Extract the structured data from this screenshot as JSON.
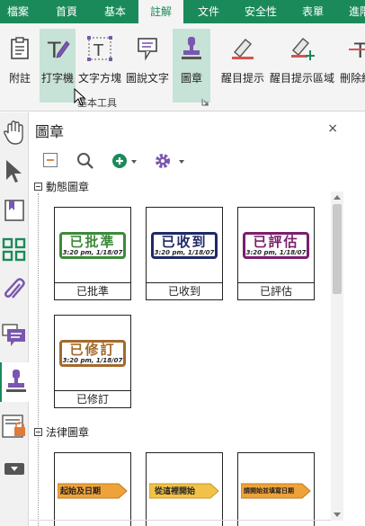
{
  "menu_tabs": [
    "檔案",
    "首頁",
    "基本",
    "註解",
    "文件",
    "安全性",
    "表單",
    "進階"
  ],
  "active_tab": "註解",
  "ribbon": {
    "buttons": [
      {
        "label": "附註",
        "icon": "note-icon"
      },
      {
        "label": "打字機",
        "icon": "typewriter-icon"
      },
      {
        "label": "文字方塊",
        "icon": "textbox-icon"
      },
      {
        "label": "圖說文字",
        "icon": "callout-icon"
      },
      {
        "label": "圖章",
        "icon": "stamp-icon"
      },
      {
        "label": "醒目提示",
        "icon": "highlight-icon"
      },
      {
        "label": "醒目提示區域",
        "icon": "highlight-area-icon"
      },
      {
        "label": "刪除線",
        "icon": "strikethrough-icon"
      }
    ],
    "group_label": "基本工具"
  },
  "panel": {
    "title": "圖章",
    "close": "×",
    "sections": [
      {
        "title": "動態圖章",
        "stamps": [
          {
            "text": "已批準",
            "date": "3:20 pm, 1/18/07",
            "caption": "已批準",
            "color": "#3d8a3a"
          },
          {
            "text": "已收到",
            "date": "3:20 pm, 1/18/07",
            "caption": "已收到",
            "color": "#1f2a66"
          },
          {
            "text": "已評估",
            "date": "3:20 pm, 1/18/07",
            "caption": "已評估",
            "color": "#7a1f6e"
          },
          {
            "text": "已修訂",
            "date": "3:20 pm, 1/18/07",
            "caption": "已修訂",
            "color": "#a36a2c"
          }
        ]
      },
      {
        "title": "法律圖章",
        "stamps": [
          {
            "text": "起始及日期",
            "color": "#f0a23a"
          },
          {
            "text": "從這裡開始",
            "color": "#f2c14a"
          },
          {
            "text": "請開始並填寫日期",
            "color": "#f0a23a"
          }
        ]
      }
    ]
  }
}
